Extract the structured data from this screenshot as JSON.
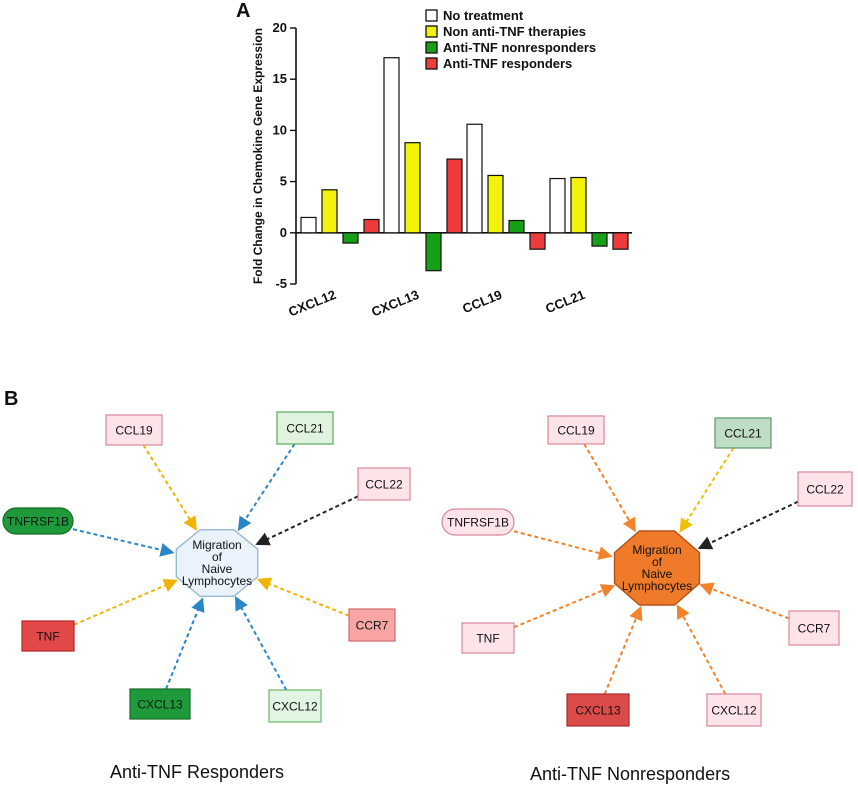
{
  "panel_labels": {
    "a": "A",
    "b": "B"
  },
  "chart_data": {
    "type": "bar",
    "title": "",
    "xlabel": "",
    "ylabel": "Fold Change in Chemokine Gene Expression",
    "ylim": [
      -5,
      20
    ],
    "yticks": [
      -5,
      0,
      5,
      10,
      15,
      20
    ],
    "grid": false,
    "legend_position": "top-right",
    "categories": [
      "CXCL12",
      "CXCL13",
      "CCL19",
      "CCL21"
    ],
    "series": [
      {
        "name": "No treatment",
        "color": "#ffffff",
        "values": [
          1.5,
          17.1,
          10.6,
          5.3
        ]
      },
      {
        "name": "Non anti-TNF therapies",
        "color": "#f2f20a",
        "values": [
          4.2,
          8.8,
          5.6,
          5.4
        ]
      },
      {
        "name": "Anti-TNF nonresponders",
        "color": "#16a016",
        "values": [
          -1.0,
          -3.7,
          1.2,
          -1.3
        ]
      },
      {
        "name": "Anti-TNF responders",
        "color": "#ee3b3b",
        "values": [
          1.3,
          7.2,
          -1.6,
          -1.6
        ]
      }
    ]
  },
  "networks": [
    {
      "caption": "Anti-TNF Responders",
      "center": {
        "lines": [
          "Migration",
          "of",
          "Naive",
          "Lymphocytes"
        ],
        "fill": "#eaf3fb",
        "stroke": "#9bb8d4"
      },
      "nodes": [
        {
          "label": "CCL19",
          "fill": "#fde4e9",
          "stroke": "#d9879a",
          "arrow": "#f0b400",
          "shape": "rect"
        },
        {
          "label": "CCL21",
          "fill": "#dff3df",
          "stroke": "#5caa5c",
          "arrow": "#2a86c8",
          "shape": "rect"
        },
        {
          "label": "CCL22",
          "fill": "#fde4e9",
          "stroke": "#d9879a",
          "arrow": "#222222",
          "shape": "rect"
        },
        {
          "label": "TNFRSF1B",
          "fill": "#1f9a3a",
          "stroke": "#176b29",
          "arrow": "#2a86c8",
          "shape": "rounded"
        },
        {
          "label": "TNF",
          "fill": "#e24848",
          "stroke": "#b32626",
          "arrow": "#f0b400",
          "shape": "rect"
        },
        {
          "label": "CCR7",
          "fill": "#f9a5a5",
          "stroke": "#d06a6a",
          "arrow": "#f0b400",
          "shape": "rect"
        },
        {
          "label": "CXCL13",
          "fill": "#1f9a3a",
          "stroke": "#176b29",
          "arrow": "#2a86c8",
          "shape": "rect"
        },
        {
          "label": "CXCL12",
          "fill": "#e2f4e2",
          "stroke": "#6db56d",
          "arrow": "#2a86c8",
          "shape": "rect"
        }
      ]
    },
    {
      "caption": "Anti-TNF Nonresponders",
      "center": {
        "lines": [
          "Migration",
          "of",
          "Naive",
          "Lymphocytes"
        ],
        "fill": "#ee7a2a",
        "stroke": "#b2541a"
      },
      "nodes": [
        {
          "label": "CCL19",
          "fill": "#fde4e9",
          "stroke": "#d9879a",
          "arrow": "#f2832a",
          "shape": "rect"
        },
        {
          "label": "CCL21",
          "fill": "#bfdcc4",
          "stroke": "#5c9a68",
          "arrow": "#f0c000",
          "shape": "rect"
        },
        {
          "label": "CCL22",
          "fill": "#fde4e9",
          "stroke": "#d9879a",
          "arrow": "#222222",
          "shape": "rect"
        },
        {
          "label": "TNFRSF1B",
          "fill": "#fde4e9",
          "stroke": "#d9879a",
          "arrow": "#f2832a",
          "shape": "rounded"
        },
        {
          "label": "TNF",
          "fill": "#fde4e9",
          "stroke": "#d9879a",
          "arrow": "#f2832a",
          "shape": "rect"
        },
        {
          "label": "CCR7",
          "fill": "#fde4e9",
          "stroke": "#d9879a",
          "arrow": "#f2832a",
          "shape": "rect"
        },
        {
          "label": "CXCL13",
          "fill": "#dc4a4a",
          "stroke": "#a82d2d",
          "arrow": "#f2832a",
          "shape": "rect"
        },
        {
          "label": "CXCL12",
          "fill": "#fde4e9",
          "stroke": "#d9879a",
          "arrow": "#f2832a",
          "shape": "rect"
        }
      ]
    }
  ]
}
